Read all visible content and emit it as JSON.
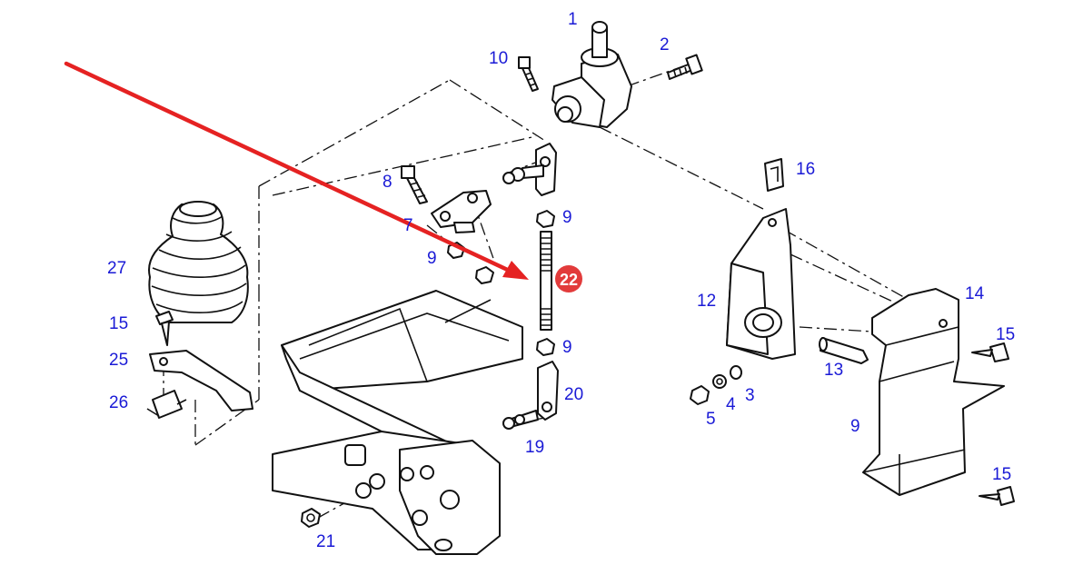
{
  "colors": {
    "label_text": "#1a1ad6",
    "arrow": "#e52222",
    "badge_fill": "#e23b3b",
    "badge_text": "#ffffff",
    "line": "#111111"
  },
  "callouts": {
    "c1": "1",
    "c2": "2",
    "c10": "10",
    "c8": "8",
    "c7": "7",
    "c9_upper": "9",
    "c9_left": "9",
    "c9_lower": "9",
    "c9_right": "9",
    "c16": "16",
    "c27": "27",
    "c15_left": "15",
    "c25": "25",
    "c26": "26",
    "c12": "12",
    "c14": "14",
    "c15_upper_right": "15",
    "c13": "13",
    "c3": "3",
    "c4": "4",
    "c5": "5",
    "c20": "20",
    "c19": "19",
    "c15_lower_right": "15",
    "c21": "21"
  },
  "highlight": {
    "label": "22",
    "icon": "red-arrow-pointer"
  }
}
